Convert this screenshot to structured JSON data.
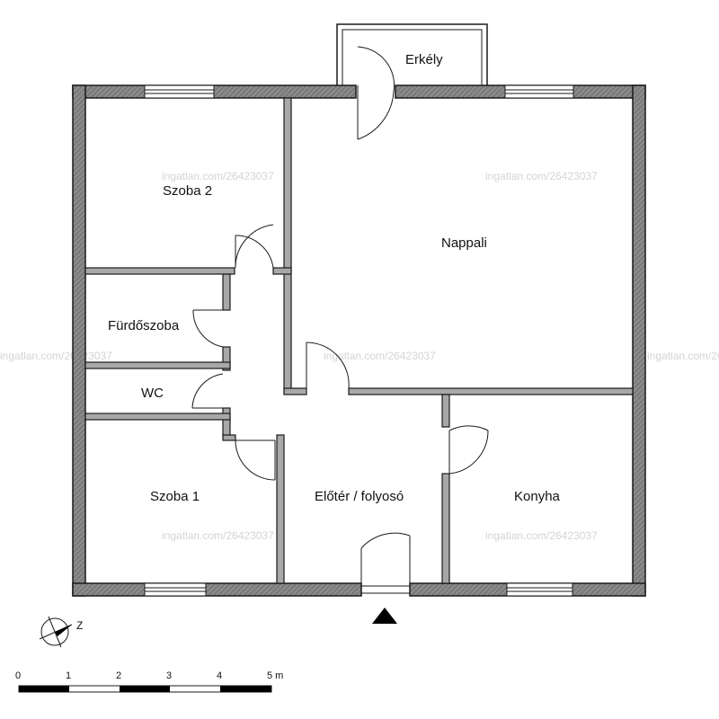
{
  "rooms": {
    "erkely": "Erkély",
    "szoba2": "Szoba 2",
    "nappali": "Nappali",
    "furdoszoba": "Fürdőszoba",
    "wc": "WC",
    "szoba1": "Szoba 1",
    "eloter": "Előtér / folyosó",
    "konyha": "Konyha"
  },
  "watermark": "ingatlan.com/26423037",
  "compass": {
    "label": "Z"
  },
  "scale_bar": {
    "ticks": [
      "0",
      "1",
      "2",
      "3",
      "4",
      "5 m"
    ]
  },
  "colors": {
    "wall_fill": "#808080",
    "wall_outline": "#1a1a1a",
    "hatch": "#555555"
  }
}
